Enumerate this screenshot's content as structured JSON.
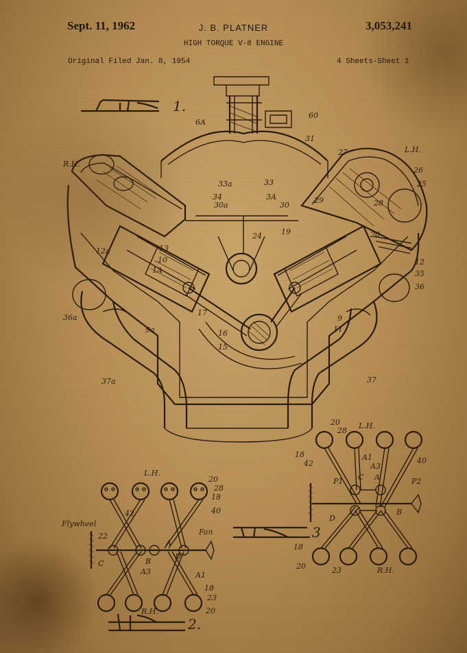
{
  "header": {
    "date": "Sept. 11, 1962",
    "inventor": "J. B. PLATNER",
    "patent_number": "3,053,241",
    "title": "HIGH TORQUE V-8 ENGINE",
    "filed": "Original Filed Jan. 8, 1954",
    "sheets": "4 Sheets-Sheet 1"
  },
  "figures": {
    "fig1": "1.",
    "fig2": "2.",
    "fig3": "3"
  },
  "fig1_refs": [
    "6A",
    "60",
    "31",
    "27",
    "L.H.",
    "26",
    "R.H.",
    "33a",
    "34",
    "30a",
    "33",
    "3A",
    "30",
    "29",
    "25",
    "28",
    "12a",
    "13",
    "10",
    "1A",
    "24",
    "19",
    "20",
    "12",
    "35",
    "36",
    "36a",
    "17",
    "16",
    "15",
    "9a",
    "9",
    "11",
    "37a",
    "37"
  ],
  "fig2_refs": [
    "L.H.",
    "20",
    "28",
    "18",
    "40",
    "42",
    "Flywheel",
    "22",
    "Fan",
    "A",
    "B",
    "C",
    "D",
    "A3",
    "A1",
    "18",
    "23",
    "R.H.",
    "20"
  ],
  "fig3_refs": [
    "20",
    "28",
    "L.H.",
    "18",
    "42",
    "A1",
    "A3",
    "40",
    "P1",
    "C",
    "A",
    "P2",
    "D",
    "B",
    "18",
    "20",
    "23",
    "R.H."
  ]
}
